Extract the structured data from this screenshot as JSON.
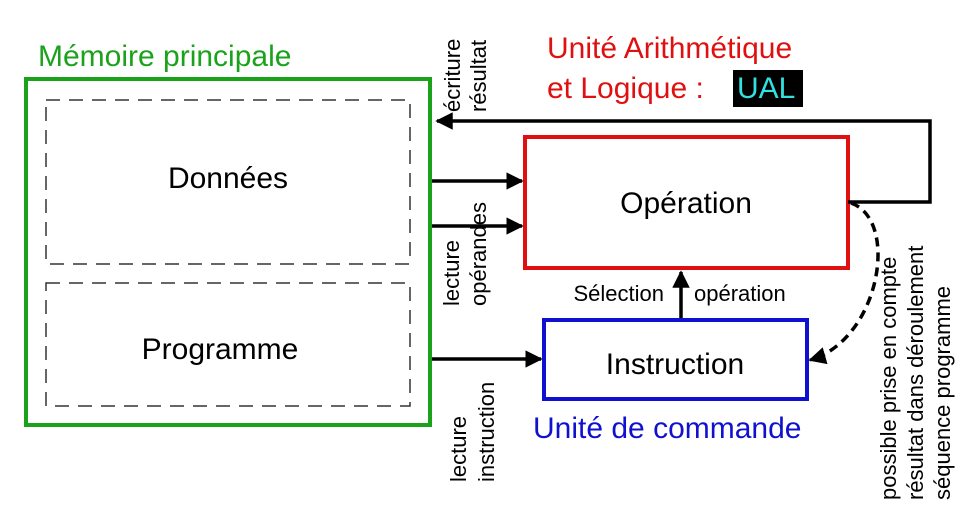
{
  "memory": {
    "title": "Mémoire principale",
    "data_label": "Données",
    "program_label": "Programme"
  },
  "alu": {
    "title_line1": "Unité Arithmétique",
    "title_line2_prefix": "et Logique : ",
    "title_highlight": "UAL",
    "operation_label": "Opération"
  },
  "control": {
    "title": "Unité de commande",
    "instruction_label": "Instruction"
  },
  "labels": {
    "write_line1": "écriture",
    "write_line2": "résultat",
    "read_ops_line1": "lecture",
    "read_ops_line2": "opérandes",
    "read_instr_line1": "lecture",
    "read_instr_line2": "instruction",
    "select_left": "Sélection",
    "select_right": "opération",
    "feedback_line1": "possible prise en compte",
    "feedback_line2": "résultat dans déroulement",
    "feedback_line3": "séquence programme"
  },
  "colors": {
    "memory": "#1aa31a",
    "alu": "#e01010",
    "control": "#1010d0",
    "highlight_bg": "#000000",
    "highlight_text": "#33e0e0",
    "ink": "#000000"
  }
}
